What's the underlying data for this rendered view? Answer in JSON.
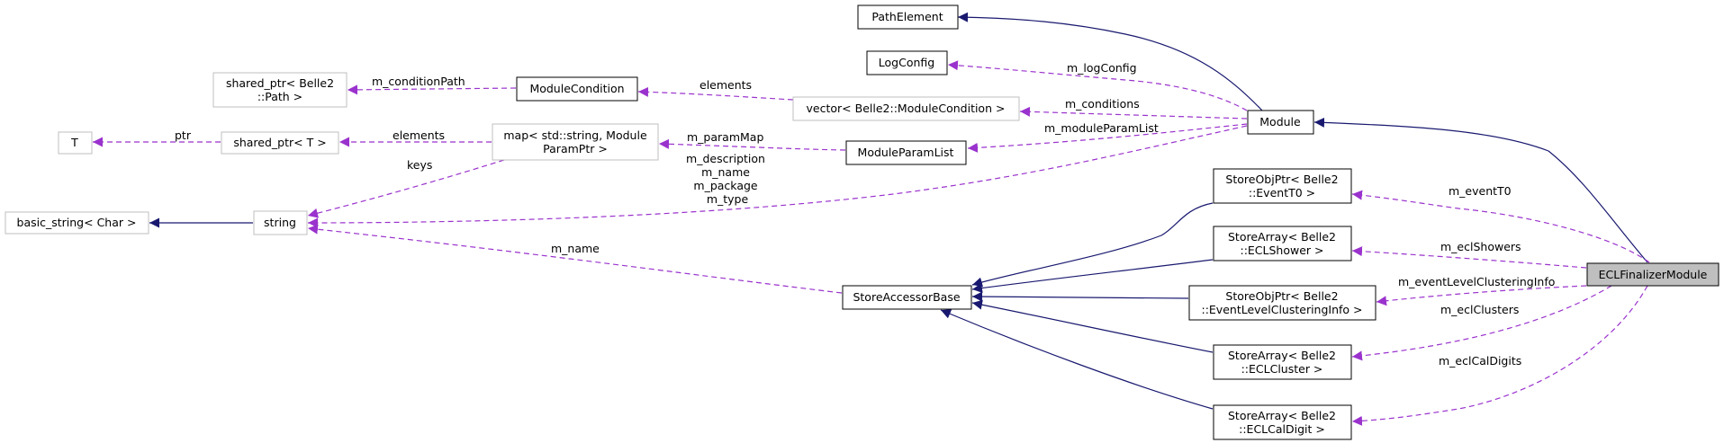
{
  "nodes": {
    "path_element": [
      "PathElement"
    ],
    "log_config": [
      "LogConfig"
    ],
    "shared_ptr_path": [
      "shared_ptr< Belle2",
      "::Path >"
    ],
    "module_condition": [
      "ModuleCondition"
    ],
    "vector_module_condition": [
      "vector< Belle2::ModuleCondition >"
    ],
    "module": [
      "Module"
    ],
    "t": [
      "T"
    ],
    "shared_ptr_t": [
      "shared_ptr< T >"
    ],
    "map_param": [
      "map< std::string, Module",
      "ParamPtr >"
    ],
    "module_param_list": [
      "ModuleParamList"
    ],
    "basic_string": [
      "basic_string< Char >"
    ],
    "string": [
      "string"
    ],
    "store_obj_event_t0": [
      "StoreObjPtr< Belle2",
      "::EventT0 >"
    ],
    "store_array_ecl_shower": [
      "StoreArray< Belle2",
      "::ECLShower >"
    ],
    "store_accessor_base": [
      "StoreAccessorBase"
    ],
    "store_obj_elci": [
      "StoreObjPtr< Belle2",
      "::EventLevelClusteringInfo >"
    ],
    "store_array_ecl_cluster": [
      "StoreArray< Belle2",
      "::ECLCluster >"
    ],
    "store_array_ecl_cal_digit": [
      "StoreArray< Belle2",
      "::ECLCalDigit >"
    ],
    "ecl_finalizer_module": [
      "ECLFinalizerModule"
    ]
  },
  "edge_labels": {
    "m_condition_path": [
      "m_conditionPath"
    ],
    "elements_condition": [
      "elements"
    ],
    "m_log_config": [
      "m_logConfig"
    ],
    "m_conditions": [
      "m_conditions"
    ],
    "m_module_param_list": [
      "m_moduleParamList"
    ],
    "ptr": [
      "ptr"
    ],
    "elements_shared": [
      "elements"
    ],
    "m_param_map": [
      "m_paramMap"
    ],
    "keys": [
      "keys"
    ],
    "module_strings": [
      "m_description",
      "m_name",
      "m_package",
      "m_type"
    ],
    "m_name": [
      "m_name"
    ],
    "m_event_t0": [
      "m_eventT0"
    ],
    "m_ecl_showers": [
      "m_eclShowers"
    ],
    "m_event_level_clustering_info": [
      "m_eventLevelClusteringInfo"
    ],
    "m_ecl_clusters": [
      "m_eclClusters"
    ],
    "m_ecl_cal_digits": [
      "m_eclCalDigits"
    ]
  },
  "colors": {
    "inheritance": "#191970",
    "usage": "#9a32cd",
    "focus_fill": "#bfbfbf",
    "external_border": "#bfbfbf"
  }
}
